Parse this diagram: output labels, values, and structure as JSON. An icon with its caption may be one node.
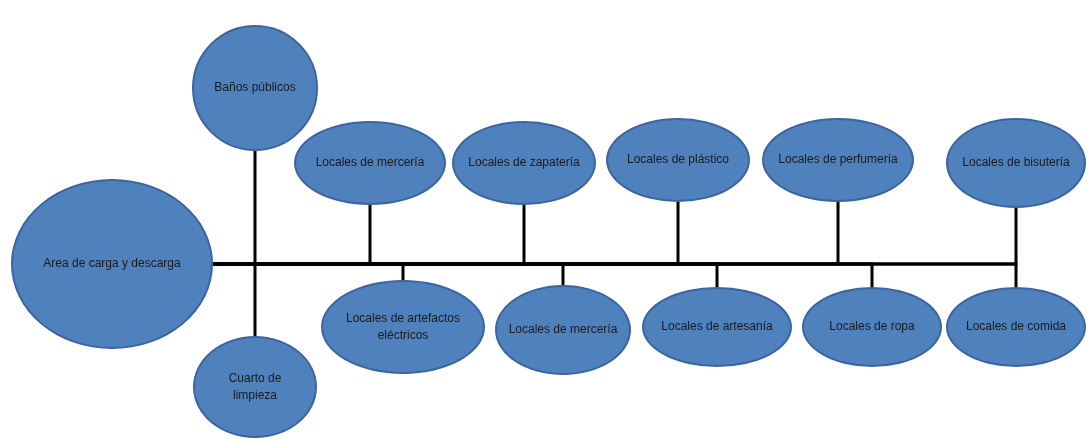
{
  "diagram": {
    "nodes": [
      {
        "text": [
          "Baños públicos"
        ]
      },
      {
        "text": [
          "Area de carga y descarga"
        ]
      },
      {
        "text": [
          "Locales de mercería"
        ]
      },
      {
        "text": [
          "Locales de zapatería"
        ]
      },
      {
        "text": [
          "Locales de plástico"
        ]
      },
      {
        "text": [
          "Locales de perfumería"
        ]
      },
      {
        "text": [
          "Locales de bisutería"
        ]
      },
      {
        "text": [
          "Locales de artefactos eléctricos"
        ]
      },
      {
        "text": [
          "Locales de mercería"
        ]
      },
      {
        "text": [
          "Locales de artesanía"
        ]
      },
      {
        "text": [
          "Locales de ropa"
        ]
      },
      {
        "text": [
          "Locales de comida"
        ]
      },
      {
        "text": [
          "Cuarto de limpieza"
        ]
      }
    ],
    "edges": [
      {
        "from": 1,
        "to": 0,
        "arrow": "none"
      },
      {
        "from": 1,
        "to": 2,
        "arrow": "none"
      },
      {
        "from": 1,
        "to": 3,
        "arrow": "none"
      },
      {
        "from": 1,
        "to": 4,
        "arrow": "none"
      },
      {
        "from": 1,
        "to": 5,
        "arrow": "none"
      },
      {
        "from": 1,
        "to": 6,
        "arrow": "none"
      },
      {
        "from": 1,
        "to": 7,
        "arrow": "none"
      },
      {
        "from": 1,
        "to": 8,
        "arrow": "none"
      },
      {
        "from": 1,
        "to": 9,
        "arrow": "none"
      },
      {
        "from": 1,
        "to": 10,
        "arrow": "none"
      },
      {
        "from": 1,
        "to": 11,
        "arrow": "none"
      },
      {
        "from": 1,
        "to": 12,
        "arrow": "none"
      }
    ]
  }
}
